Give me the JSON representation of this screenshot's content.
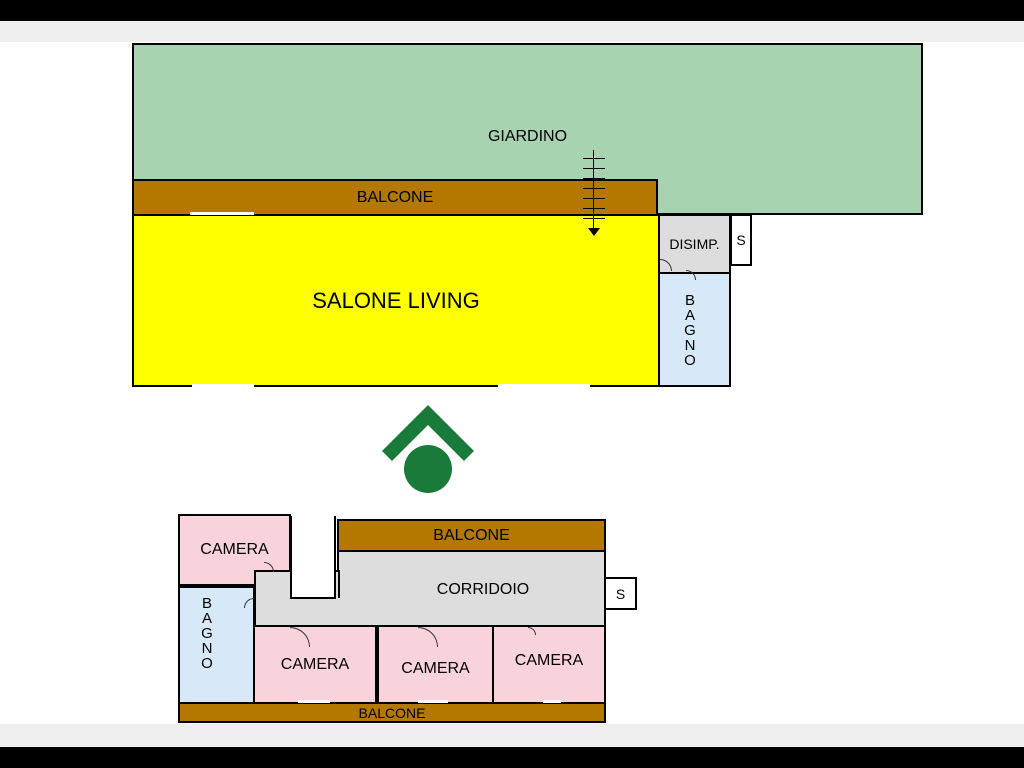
{
  "colors": {
    "giardino": "#a7d3b0",
    "balcone": "#b47800",
    "salone": "#ffff00",
    "corridoio": "#dddddd",
    "bagno": "#d7e8f8",
    "camera": "#f8d3dc",
    "logo": "#1a7a3a"
  },
  "upper_floor": {
    "giardino": "GIARDINO",
    "balcone": "BALCONE",
    "salone": "SALONE LIVING",
    "disimpegno": "DISIMP.",
    "s": "S",
    "bagno_letters": [
      "B",
      "A",
      "G",
      "N",
      "O"
    ]
  },
  "logo": {
    "icon": "house-roof-logo-icon"
  },
  "lower_floor": {
    "camera_top_left": "CAMERA",
    "balcone_top": "BALCONE",
    "corridoio": "CORRIDOIO",
    "s": "S",
    "bagno_letters": [
      "B",
      "A",
      "G",
      "N",
      "O"
    ],
    "camera_1": "CAMERA",
    "camera_2": "CAMERA",
    "camera_3": "CAMERA",
    "balcone_bottom": "BALCONE"
  }
}
